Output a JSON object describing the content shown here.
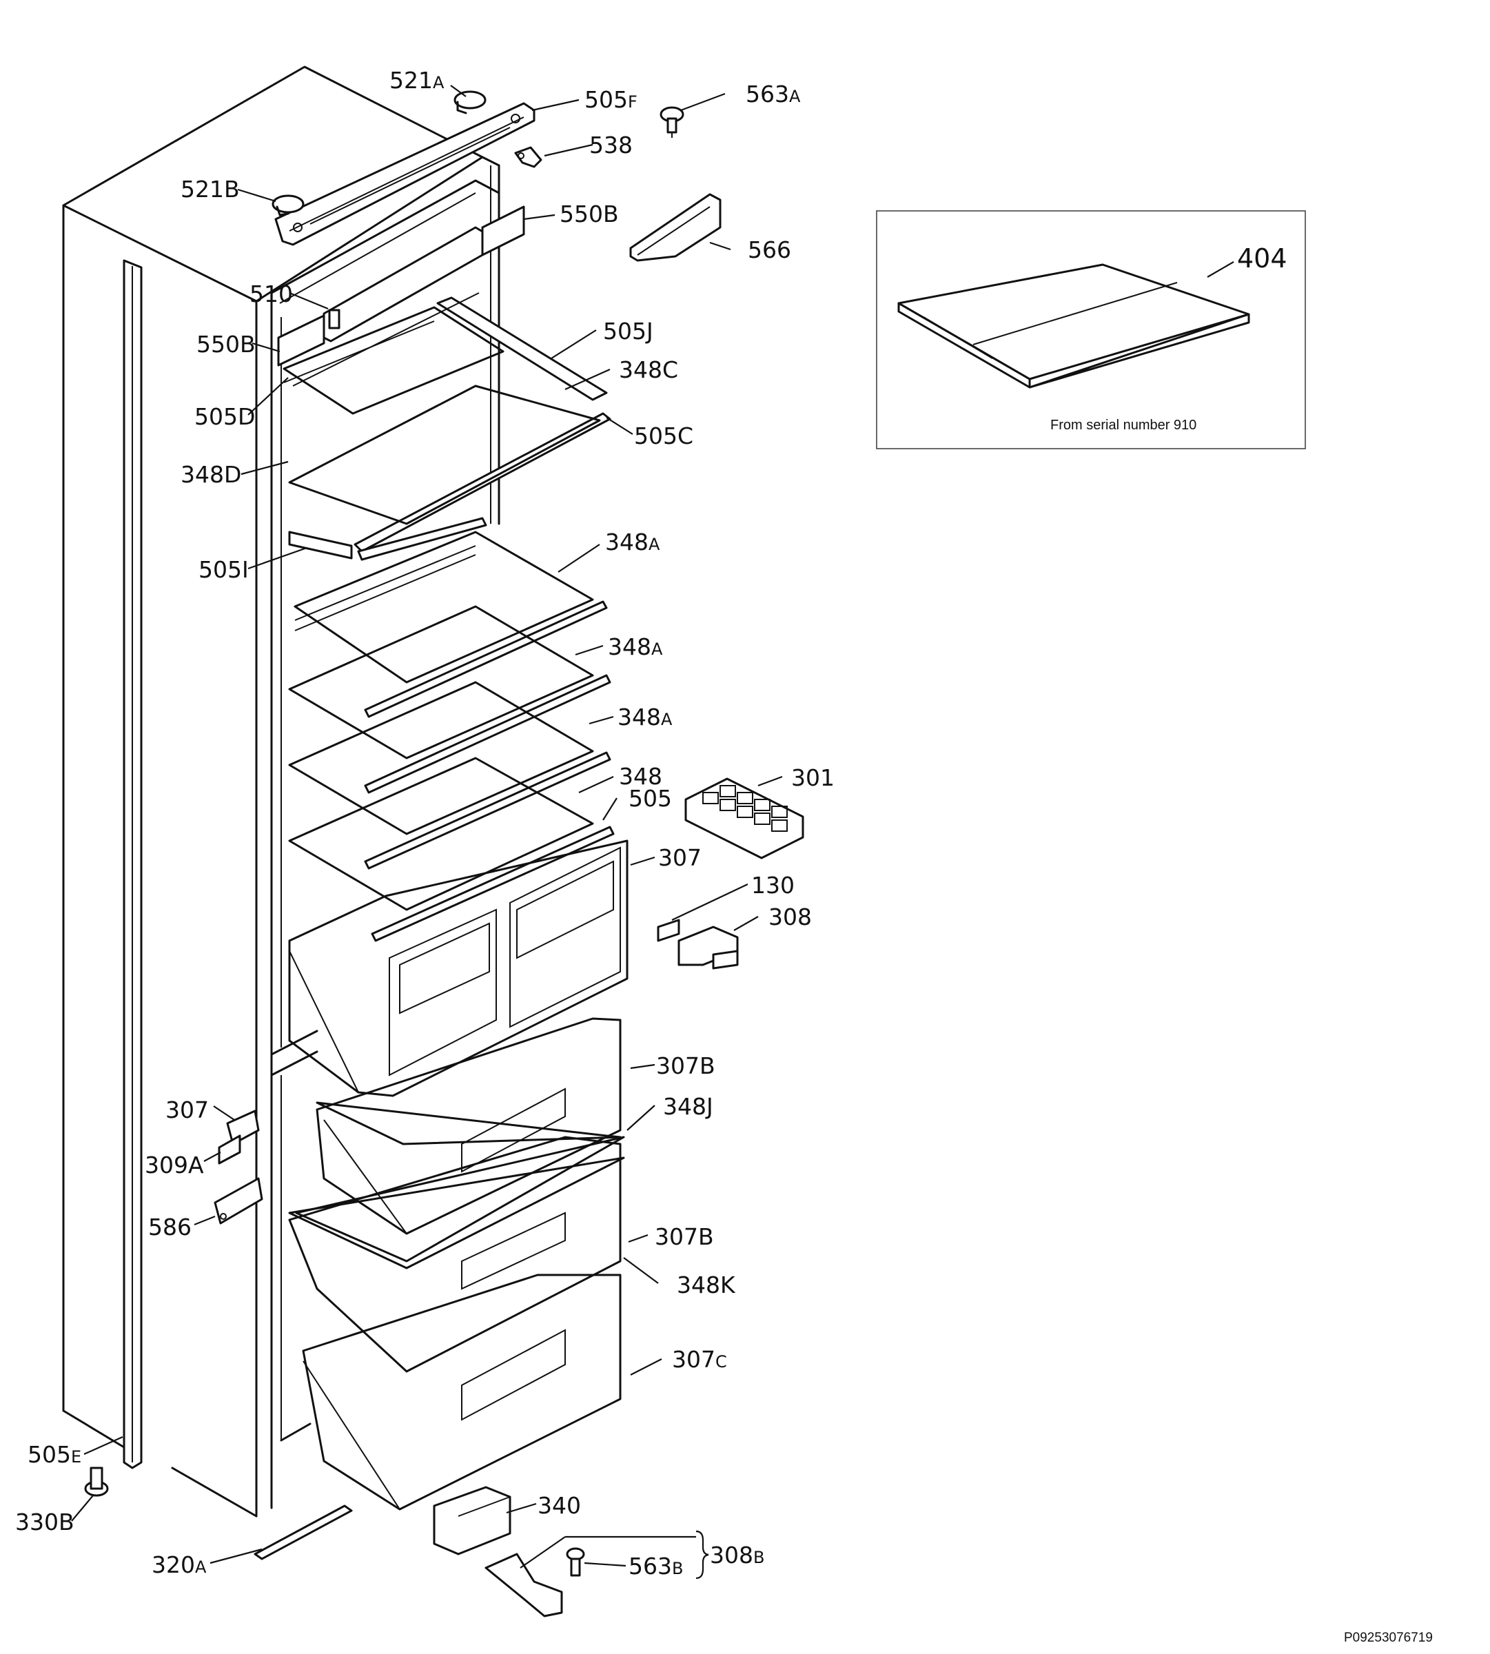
{
  "labels": [
    {
      "id": "l-521a",
      "main": "521",
      "sub": "A"
    },
    {
      "id": "l-505f",
      "main": "505",
      "sub": "F"
    },
    {
      "id": "l-563a",
      "main": "563",
      "sub": "A"
    },
    {
      "id": "l-538",
      "main": "538",
      "sub": ""
    },
    {
      "id": "l-521b",
      "main": "521B",
      "sub": ""
    },
    {
      "id": "l-550b-top",
      "main": "550B",
      "sub": ""
    },
    {
      "id": "l-566",
      "main": "566",
      "sub": ""
    },
    {
      "id": "l-510",
      "main": "510",
      "sub": ""
    },
    {
      "id": "l-505j",
      "main": "505J",
      "sub": ""
    },
    {
      "id": "l-550b-left",
      "main": "550B",
      "sub": ""
    },
    {
      "id": "l-348c",
      "main": "348C",
      "sub": ""
    },
    {
      "id": "l-505d",
      "main": "505D",
      "sub": ""
    },
    {
      "id": "l-505c",
      "main": "505C",
      "sub": ""
    },
    {
      "id": "l-348d",
      "main": "348D",
      "sub": ""
    },
    {
      "id": "l-505i",
      "main": "505I",
      "sub": ""
    },
    {
      "id": "l-348a-1",
      "main": "348",
      "sub": "A"
    },
    {
      "id": "l-348a-2",
      "main": "348",
      "sub": "A"
    },
    {
      "id": "l-348a-3",
      "main": "348",
      "sub": "A"
    },
    {
      "id": "l-348",
      "main": "348",
      "sub": ""
    },
    {
      "id": "l-505",
      "main": "505",
      "sub": ""
    },
    {
      "id": "l-301",
      "main": "301",
      "sub": ""
    },
    {
      "id": "l-307",
      "main": "307",
      "sub": ""
    },
    {
      "id": "l-130",
      "main": "130",
      "sub": ""
    },
    {
      "id": "l-308",
      "main": "308",
      "sub": ""
    },
    {
      "id": "l-307b-1",
      "main": "307B",
      "sub": ""
    },
    {
      "id": "l-307-left",
      "main": "307",
      "sub": ""
    },
    {
      "id": "l-348j",
      "main": "348J",
      "sub": ""
    },
    {
      "id": "l-309a",
      "main": "309A",
      "sub": ""
    },
    {
      "id": "l-586",
      "main": "586",
      "sub": ""
    },
    {
      "id": "l-307b-2",
      "main": "307B",
      "sub": ""
    },
    {
      "id": "l-348k",
      "main": "348K",
      "sub": ""
    },
    {
      "id": "l-307c",
      "main": "307",
      "sub": "C"
    },
    {
      "id": "l-505e",
      "main": "505",
      "sub": "E"
    },
    {
      "id": "l-330b",
      "main": "330B",
      "sub": ""
    },
    {
      "id": "l-340",
      "main": "340",
      "sub": ""
    },
    {
      "id": "l-563b",
      "main": "563",
      "sub": "B"
    },
    {
      "id": "l-308b",
      "main": "308",
      "sub": "B"
    },
    {
      "id": "l-320a",
      "main": "320",
      "sub": "A"
    },
    {
      "id": "l-404",
      "main": "404",
      "sub": ""
    }
  ],
  "inset": {
    "note": "From serial number 910"
  },
  "reference": "P09253076719"
}
